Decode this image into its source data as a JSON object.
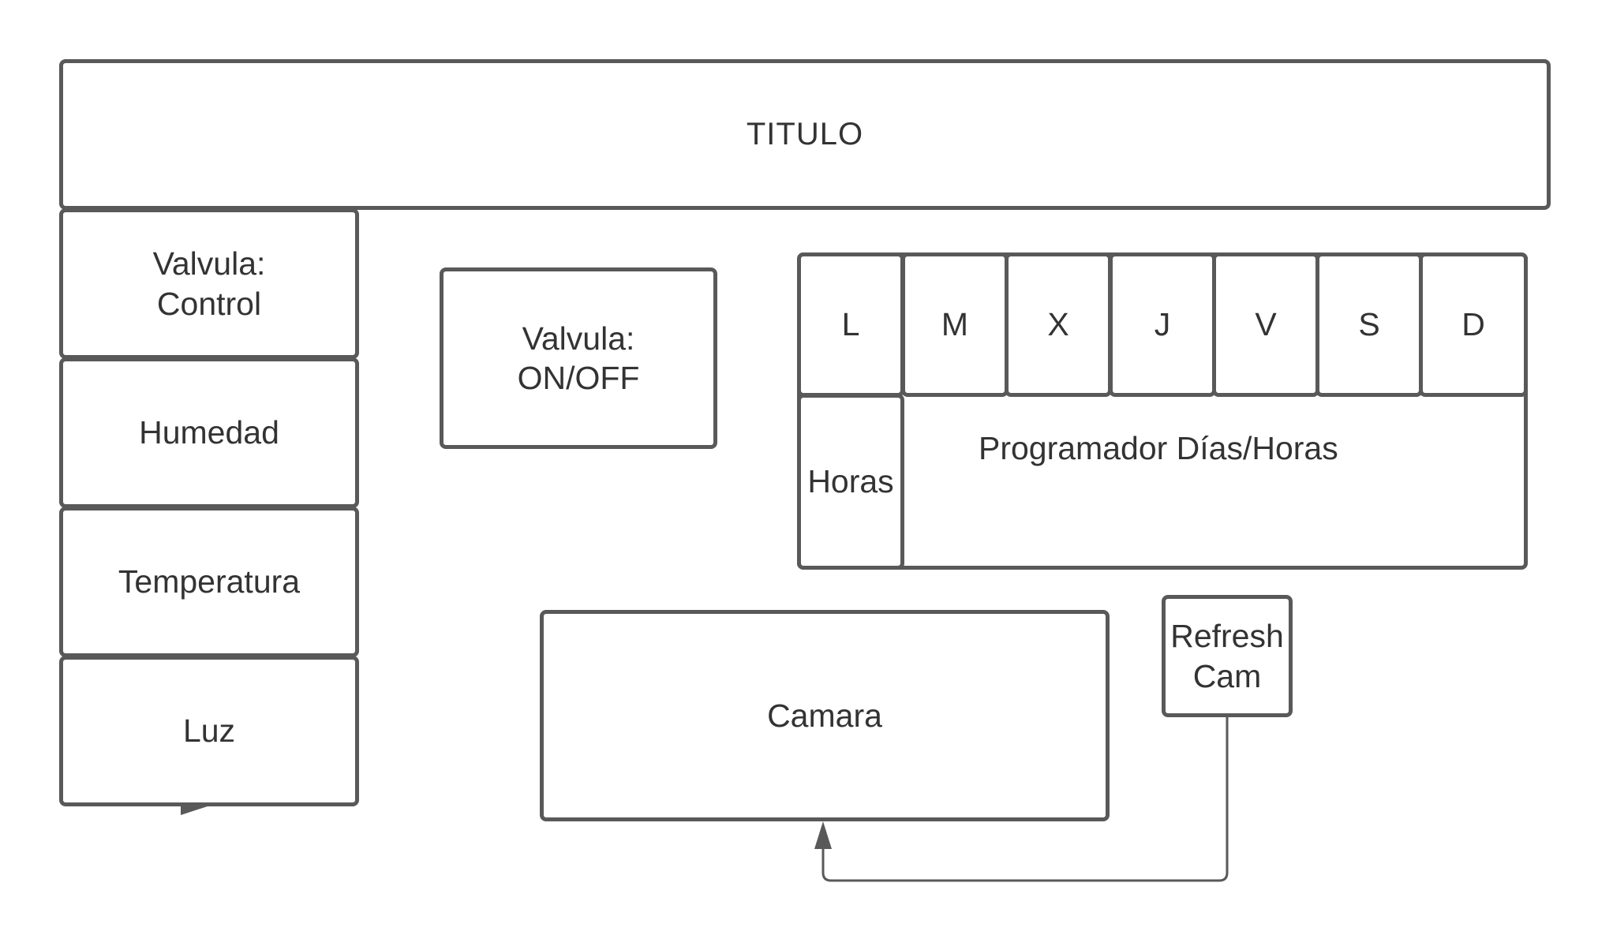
{
  "diagram": {
    "title": "TITULO",
    "sidebar": {
      "items": [
        {
          "label": "Valvula:\nControl"
        },
        {
          "label": "Humedad"
        },
        {
          "label": "Temperatura"
        },
        {
          "label": "Luz"
        }
      ]
    },
    "valve_toggle": {
      "label": "Valvula:\nON/OFF"
    },
    "scheduler": {
      "days": [
        "L",
        "M",
        "X",
        "J",
        "V",
        "S",
        "D"
      ],
      "hours_label": "Horas",
      "area_label": "Programador Días/Horas"
    },
    "camera": {
      "label": "Camara"
    },
    "refresh_cam": {
      "label": "Refresh\nCam"
    }
  },
  "colors": {
    "stroke": "#595959",
    "text": "#333333",
    "background": "#ffffff"
  }
}
